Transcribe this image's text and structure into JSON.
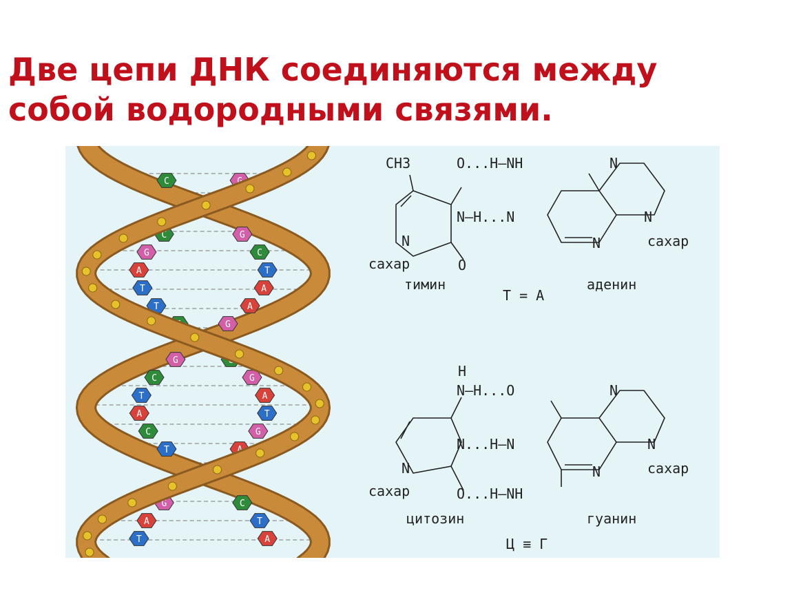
{
  "title": {
    "line1": "Две цепи ДНК соединяются между",
    "line2": "собой водородными связями."
  },
  "colors": {
    "title": "#c0101c",
    "panel": "#e5f4f6",
    "ribbon": "#c98a3a",
    "T": "#2b6fc9",
    "A": "#d8423a",
    "G": "#d25fa8",
    "C": "#2e8b3a",
    "phosphate": "#e8c22a"
  },
  "helix": {
    "base_letters": {
      "T": "T",
      "A": "A",
      "G": "G",
      "C": "C"
    }
  },
  "pair_ta": {
    "ch3": "CH3",
    "o_hn": "O...H—NH",
    "n_top": "N",
    "n_h_n": "N—H...N",
    "n_ring": "N",
    "n_sugar_left": "N",
    "sugar_left": "сахар",
    "o_bottom": "O",
    "n_bottom": "N",
    "n_right": "N",
    "sugar_right": "сахар",
    "name_left": "тимин",
    "name_right": "аденин",
    "bond": "T = A"
  },
  "pair_cg": {
    "h_top": "H",
    "n_h_o": "N—H...O",
    "n_top_right": "N",
    "n_h_n": "N...H—N",
    "n_sugar_left": "N",
    "sugar_left": "сахар",
    "o_hn": "O...H—NH",
    "n_bottom": "N",
    "n_right": "N",
    "sugar_right": "сахар",
    "name_left": "цитозин",
    "name_right": "гуанин",
    "bond": "Ц ≡ Г"
  }
}
